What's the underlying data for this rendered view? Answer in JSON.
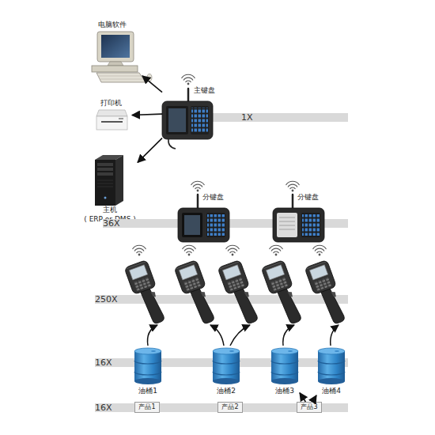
{
  "diagram": {
    "nodes": [
      {
        "text": [
          "电脑软件"
        ]
      },
      {
        "text": [
          "主键盘"
        ]
      },
      {
        "text": [
          "1X"
        ]
      },
      {
        "text": [
          "打印机"
        ]
      },
      {
        "text": [
          "主机",
          "( ERP or DMS )"
        ]
      },
      {
        "text": [
          "36X"
        ]
      },
      {
        "text": [
          "分键盘"
        ]
      },
      {
        "text": [
          "分键盘"
        ]
      },
      {
        "text": [
          "250X"
        ]
      },
      {
        "text": [
          "16X"
        ]
      },
      {
        "text": [
          "油桶1"
        ]
      },
      {
        "text": [
          "油桶2"
        ]
      },
      {
        "text": [
          "油桶3"
        ]
      },
      {
        "text": [
          "油桶4"
        ]
      },
      {
        "text": [
          "16X"
        ]
      },
      {
        "text": [
          "产品1"
        ],
        "in": 14
      },
      {
        "text": [
          "产品2"
        ],
        "in": 14
      },
      {
        "text": [
          "产品3"
        ],
        "in": 14
      }
    ],
    "edges": [
      {
        "from": 1,
        "to": 0,
        "arrow": "to"
      },
      {
        "from": 1,
        "to": 3,
        "arrow": "to"
      },
      {
        "from": 1,
        "to": 4,
        "arrow": "to"
      },
      {
        "from": 17,
        "to": 12,
        "arrow": "to"
      },
      {
        "from": 17,
        "to": 13,
        "arrow": "to"
      }
    ]
  }
}
